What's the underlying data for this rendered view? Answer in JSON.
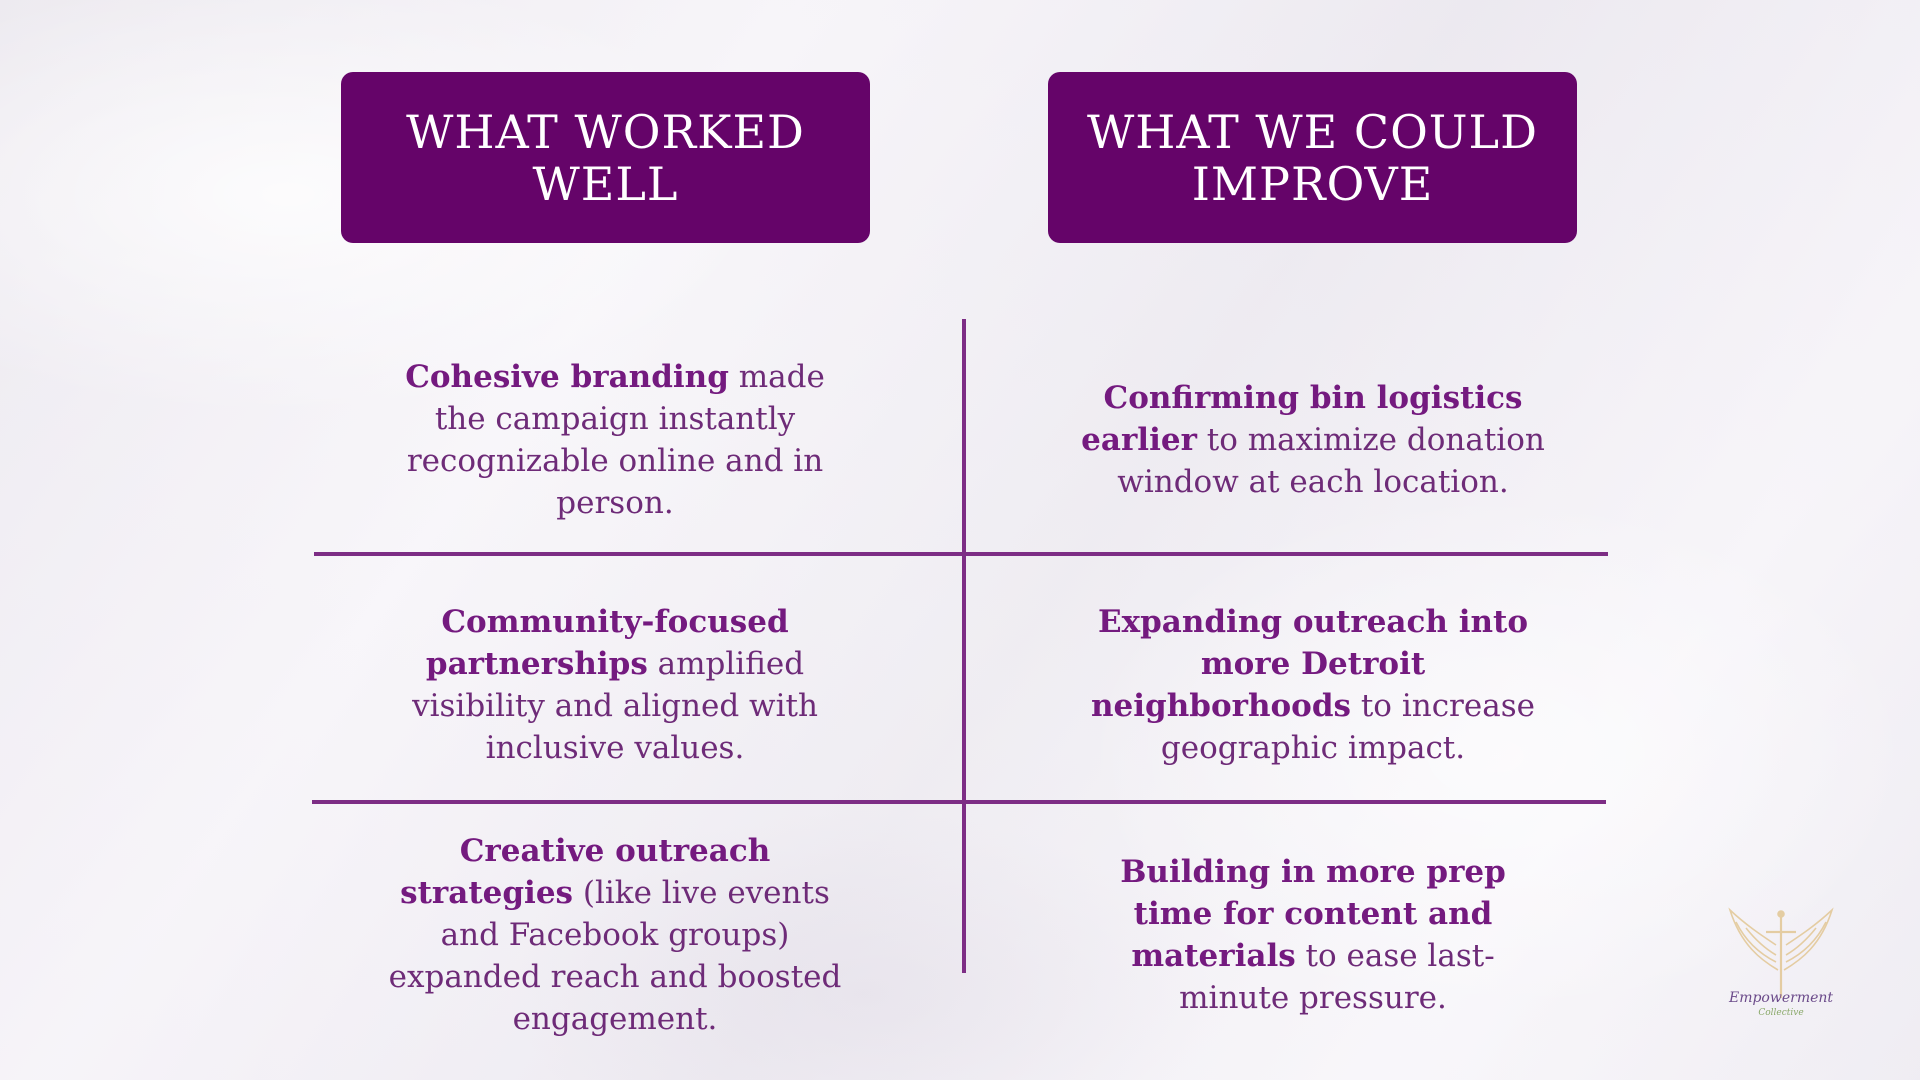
{
  "headers": {
    "left": "WHAT WORKED WELL",
    "right": "WHAT WE COULD IMPROVE"
  },
  "rows": [
    {
      "left": {
        "bold": "Cohesive branding",
        "rest": " made the campaign instantly recognizable online and in person."
      },
      "right": {
        "bold": "Confirming bin logistics earlier",
        "rest": " to maximize donation window at each location."
      }
    },
    {
      "left": {
        "bold": "Community-focused partnerships",
        "rest": " amplified visibility and aligned with inclusive values."
      },
      "right": {
        "bold": "Expanding outreach into more Detroit neighborhoods",
        "rest": " to increase geographic impact."
      }
    },
    {
      "left": {
        "bold": "Creative outreach strategies",
        "rest": " (like live events and Facebook groups) expanded reach and boosted engagement."
      },
      "right": {
        "bold": "Building in more prep time for content and materials",
        "rest": " to ease last-minute pressure."
      }
    }
  ],
  "logo": {
    "name": "Empowerment",
    "tagline": "Collective",
    "icon": "winged-cross-icon"
  },
  "colors": {
    "header_bg": "#650469",
    "divider": "#7d2d85",
    "text": "#6e2b78",
    "logo_gold": "#e3c99a"
  }
}
